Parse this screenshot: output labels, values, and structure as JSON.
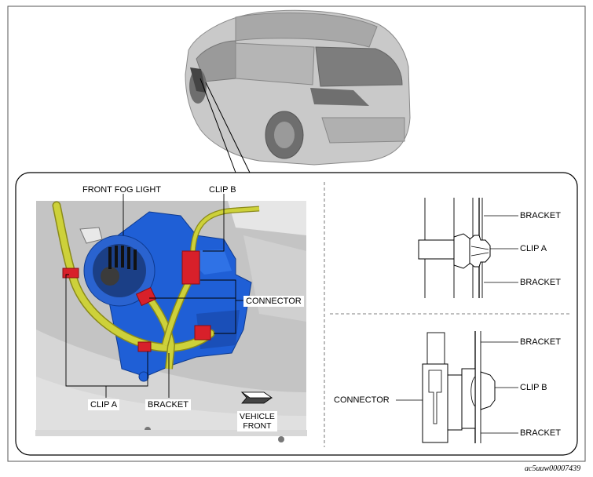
{
  "labels": {
    "front_fog_light": "FRONT FOG LIGHT",
    "clip_b_main": "CLIP B",
    "connector_main": "CONNECTOR",
    "clip_a_main": "CLIP A",
    "bracket_main": "BRACKET",
    "vehicle_front_line1": "VEHICLE",
    "vehicle_front_line2": "FRONT",
    "top_bracket_upper": "BRACKET",
    "top_clip_a": "CLIP A",
    "top_bracket_lower": "BRACKET",
    "bottom_bracket_upper": "BRACKET",
    "bottom_connector": "CONNECTOR",
    "bottom_clip_b": "CLIP B",
    "bottom_bracket_lower": "BRACKET"
  },
  "document_id": "ac5uuw00007439",
  "colors": {
    "bracket_blue": "#1f5fd6",
    "harness_yellow": "#cdd13a",
    "clip_red": "#d8202a",
    "vehicle_gray": "#bdbdbd"
  }
}
